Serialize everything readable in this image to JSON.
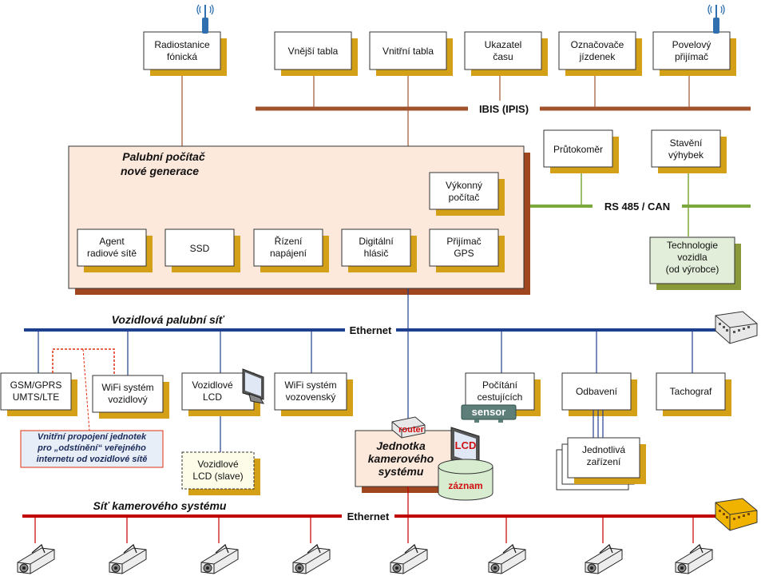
{
  "top_devices": [
    {
      "id": "radiostanice",
      "lines": [
        "Radiostanice",
        "fónická"
      ]
    },
    {
      "id": "vnejsi",
      "lines": [
        "Vnější tabla"
      ]
    },
    {
      "id": "vnitrni",
      "lines": [
        "Vnitřní tabla"
      ]
    },
    {
      "id": "ukazatel",
      "lines": [
        "Ukazatel",
        "času"
      ]
    },
    {
      "id": "oznacovace",
      "lines": [
        "Označovače",
        "jízdenek"
      ]
    },
    {
      "id": "povelovy",
      "lines": [
        "Povelový",
        "přijímač"
      ]
    }
  ],
  "buses": {
    "ibis": "IBIS (IPIS)",
    "rs485": "RS 485 / CAN",
    "ethernet_top": "Ethernet",
    "ethernet_bottom": "Ethernet",
    "vehicle_net": "Vozidlová palubní síť",
    "camera_net": "Síť kamerového systému"
  },
  "onboard": {
    "title_lines": [
      "Palubní počítač",
      "nové generace"
    ],
    "vykonny": [
      "Výkonný",
      "počítač"
    ],
    "modules": [
      {
        "id": "agent",
        "lines": [
          "Agent",
          "radiové sítě"
        ]
      },
      {
        "id": "ssd",
        "lines": [
          "SSD"
        ]
      },
      {
        "id": "rizeni",
        "lines": [
          "Řízení",
          "napájení"
        ]
      },
      {
        "id": "digitalni",
        "lines": [
          "Digitální",
          "hlásič"
        ]
      },
      {
        "id": "prijimac",
        "lines": [
          "Přijímač",
          "GPS"
        ]
      }
    ]
  },
  "rs_devices": {
    "prutokomer": [
      "Průtokoměr"
    ],
    "staveni": [
      "Stavění",
      "výhybek"
    ],
    "technologie": [
      "Technologie",
      "vozidla",
      "(od výrobce)"
    ]
  },
  "eth_devices": [
    {
      "id": "gsm",
      "lines": [
        "GSM/GPRS",
        "UMTS/LTE"
      ]
    },
    {
      "id": "wifi_voz",
      "lines": [
        "WiFi systém",
        "vozidlový"
      ]
    },
    {
      "id": "lcd",
      "lines": [
        "Vozidlové",
        "LCD"
      ]
    },
    {
      "id": "wifi_vozov",
      "lines": [
        "WiFi systém",
        "vozovenský"
      ]
    },
    {
      "id": "pocitani",
      "lines": [
        "Počítání",
        "cestujících"
      ]
    },
    {
      "id": "odbaveni",
      "lines": [
        "Odbavení"
      ]
    },
    {
      "id": "tachograf",
      "lines": [
        "Tachograf"
      ]
    }
  ],
  "lcd_slave": [
    "Vozidlové",
    "LCD (slave)"
  ],
  "jednotliva": [
    "Jednotlivá",
    "zařízení"
  ],
  "note": [
    "Vnitřní propojení jednotek",
    "pro „odstínění“ veřejného",
    "internetu od vozidlové sítě"
  ],
  "camera_unit": {
    "title_lines": [
      "Jednotka",
      "kamerového",
      "systému"
    ],
    "router": "router",
    "lcd": "LCD",
    "zaznam": "záznam",
    "sensor": "sensor"
  },
  "colors": {
    "ibis": "#a0522d",
    "rs485": "#7aa83c",
    "ethernet": "#1f3f8f",
    "camera_net": "#c00000",
    "box_shadow": "#d4a017"
  }
}
